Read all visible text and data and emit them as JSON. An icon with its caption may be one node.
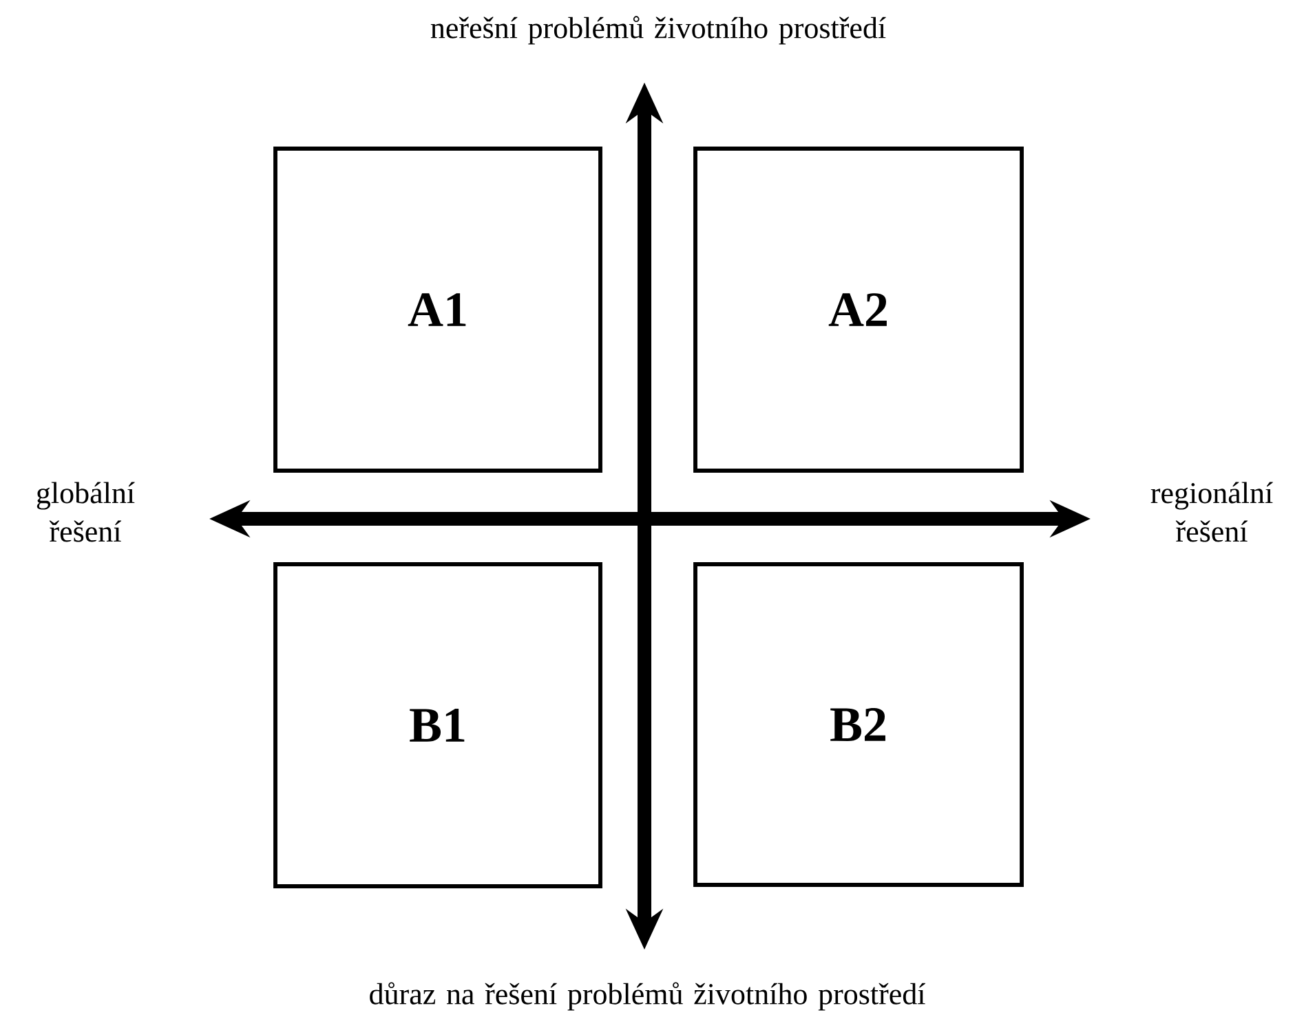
{
  "diagram": {
    "nodes": [
      {
        "text": [
          "A1"
        ]
      },
      {
        "text": [
          "A2"
        ]
      },
      {
        "text": [
          "B1"
        ]
      },
      {
        "text": [
          "B2"
        ]
      }
    ],
    "labels": [
      "neřešní problémů životního prostředí",
      "globální řešení",
      "regionální řešení",
      "důraz na řešení problémů životního prostředí"
    ]
  }
}
